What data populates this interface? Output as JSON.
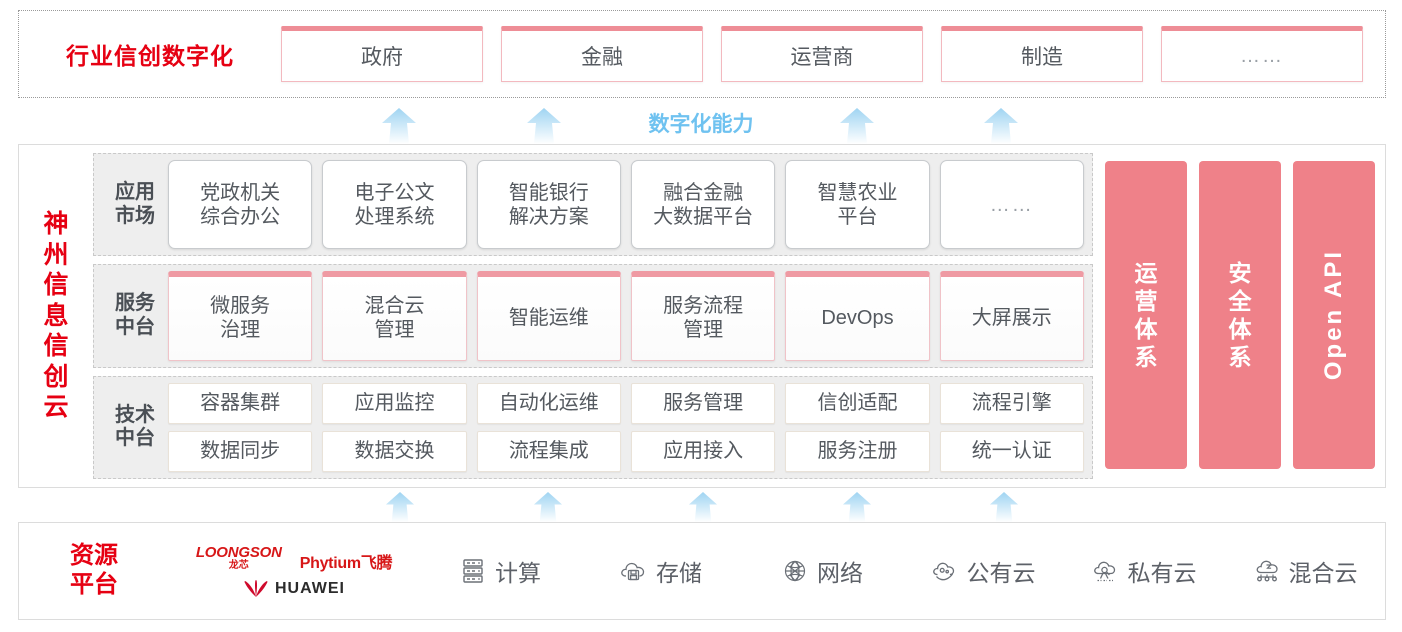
{
  "industry": {
    "title": "行业信创数字化",
    "cards": [
      {
        "label": "政府"
      },
      {
        "label": "金融"
      },
      {
        "label": "运营商"
      },
      {
        "label": "制造"
      },
      {
        "label": "……"
      }
    ]
  },
  "capability": {
    "label": "数字化能力",
    "color": "#6fc2f0",
    "arrow_count_top": 4,
    "arrow_count_bottom": 5
  },
  "cloud": {
    "brand": [
      "神",
      "州",
      "信",
      "息",
      "信",
      "创",
      "云"
    ],
    "brand_color": "#e60012",
    "tiers": [
      {
        "name": "app-market",
        "label": [
          "应用",
          "市场"
        ],
        "cards": [
          {
            "label": "党政机关\n综合办公"
          },
          {
            "label": "电子公文\n处理系统"
          },
          {
            "label": "智能银行\n解决方案"
          },
          {
            "label": "融合金融\n大数据平台"
          },
          {
            "label": "智慧农业\n平台"
          },
          {
            "label": "……"
          }
        ]
      },
      {
        "name": "service-platform",
        "label": [
          "服务",
          "中台"
        ],
        "cards": [
          {
            "label": "微服务\n治理"
          },
          {
            "label": "混合云\n管理"
          },
          {
            "label": "智能运维"
          },
          {
            "label": "服务流程\n管理"
          },
          {
            "label": "DevOps"
          },
          {
            "label": "大屏展示"
          }
        ]
      },
      {
        "name": "tech-platform",
        "label": [
          "技术",
          "中台"
        ],
        "rows": [
          [
            {
              "label": "容器集群"
            },
            {
              "label": "应用监控"
            },
            {
              "label": "自动化运维"
            },
            {
              "label": "服务管理"
            },
            {
              "label": "信创适配"
            },
            {
              "label": "流程引擎"
            }
          ],
          [
            {
              "label": "数据同步"
            },
            {
              "label": "数据交换"
            },
            {
              "label": "流程集成"
            },
            {
              "label": "应用接入"
            },
            {
              "label": "服务注册"
            },
            {
              "label": "统一认证"
            }
          ]
        ]
      }
    ],
    "pillars": [
      {
        "name": "operations-system",
        "type": "cn",
        "chars": [
          "运",
          "营",
          "体",
          "系"
        ]
      },
      {
        "name": "security-system",
        "type": "cn",
        "chars": [
          "安",
          "全",
          "体",
          "系"
        ]
      },
      {
        "name": "open-api",
        "type": "en",
        "text": "Open API"
      }
    ],
    "pillar_color": "#ef8189"
  },
  "resource": {
    "title": [
      "资源",
      "平台"
    ],
    "title_color": "#e60012",
    "vendors": [
      {
        "name": "loongson",
        "en": "LOONGSON",
        "cn": "龙芯"
      },
      {
        "name": "phytium",
        "text": "Phytium飞腾"
      },
      {
        "name": "huawei",
        "text": "HUAWEI"
      }
    ],
    "items": [
      {
        "icon": "server-icon",
        "label": "计算"
      },
      {
        "icon": "cloud-storage-icon",
        "label": "存储"
      },
      {
        "icon": "network-icon",
        "label": "网络"
      },
      {
        "icon": "public-cloud-icon",
        "label": "公有云"
      },
      {
        "icon": "private-cloud-icon",
        "label": "私有云"
      },
      {
        "icon": "hybrid-cloud-icon",
        "label": "混合云"
      }
    ]
  }
}
